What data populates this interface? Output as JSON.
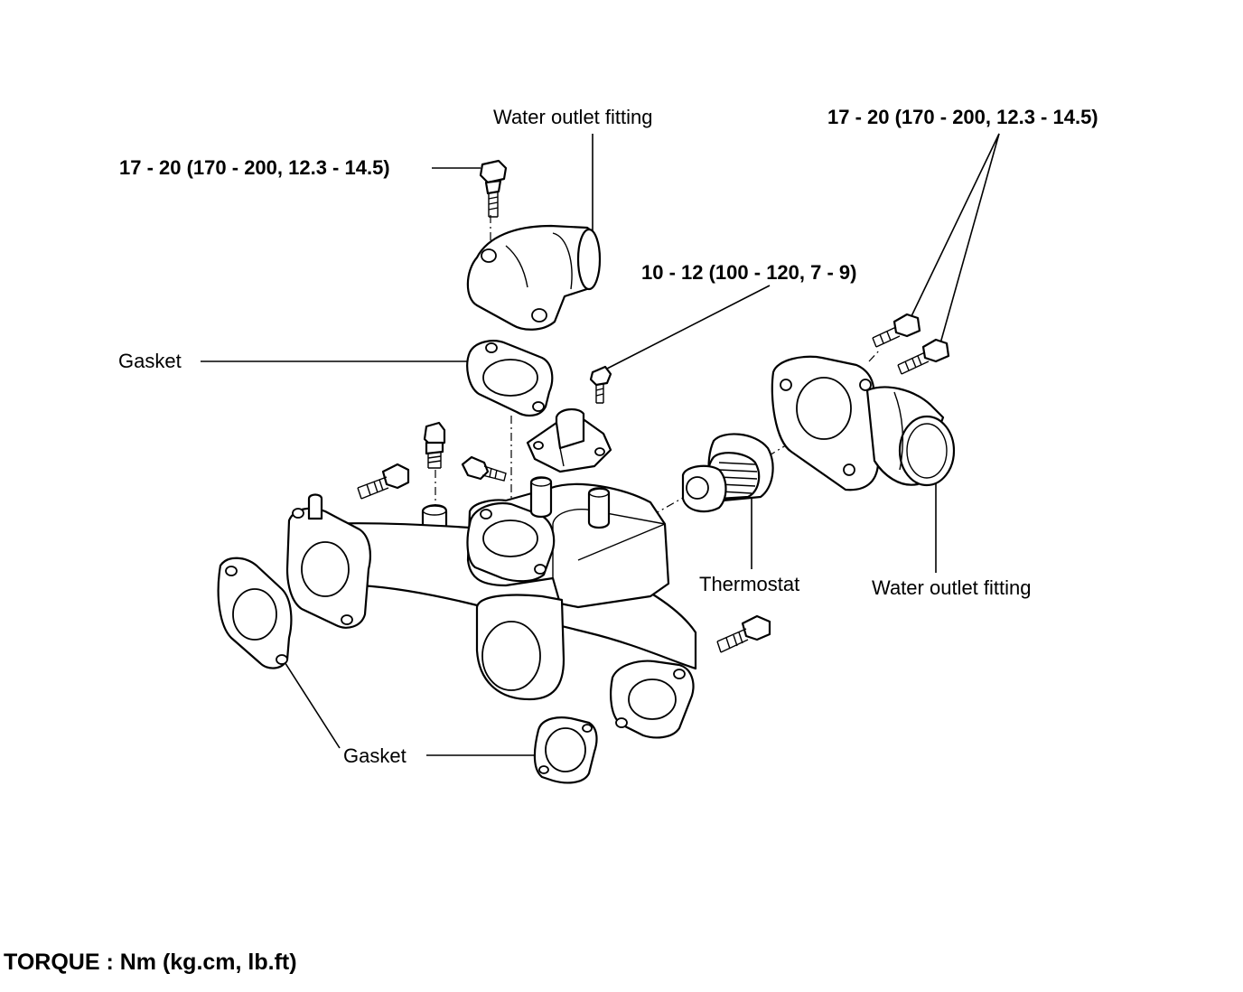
{
  "labels": {
    "water_outlet_fitting_top": "Water outlet fitting",
    "torque_top_left": "17 - 20 (170 - 200, 12.3 - 14.5)",
    "torque_top_right": "17 - 20 (170 - 200, 12.3 - 14.5)",
    "torque_middle": "10 - 12 (100 - 120, 7 - 9)",
    "gasket_upper": "Gasket",
    "thermostat": "Thermostat",
    "water_outlet_fitting_right": "Water outlet fitting",
    "gasket_lower": "Gasket"
  },
  "torque_unit_note": "TORQUE : Nm (kg.cm, lb.ft)",
  "colors": {
    "line": "#000000",
    "background": "#ffffff"
  }
}
